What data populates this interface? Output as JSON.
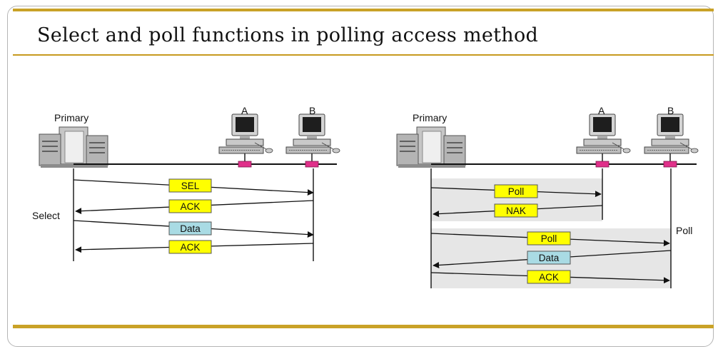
{
  "title": "Select and poll functions in polling access method",
  "colors": {
    "rule": "#c9a227",
    "control_frame": "#ffff00",
    "data_frame": "#a9dbe4",
    "port": "#e0308a",
    "exchange_bg": "#e6e6e6"
  },
  "select_diagram": {
    "primary_label": "Primary",
    "station_a_label": "A",
    "station_b_label": "B",
    "phase_label": "Select",
    "frames": [
      "SEL",
      "ACK",
      "Data",
      "ACK"
    ]
  },
  "poll_diagram": {
    "primary_label": "Primary",
    "station_a_label": "A",
    "station_b_label": "B",
    "phase_label": "Poll",
    "frames": [
      "Poll",
      "NAK",
      "Poll",
      "Data",
      "ACK"
    ]
  }
}
